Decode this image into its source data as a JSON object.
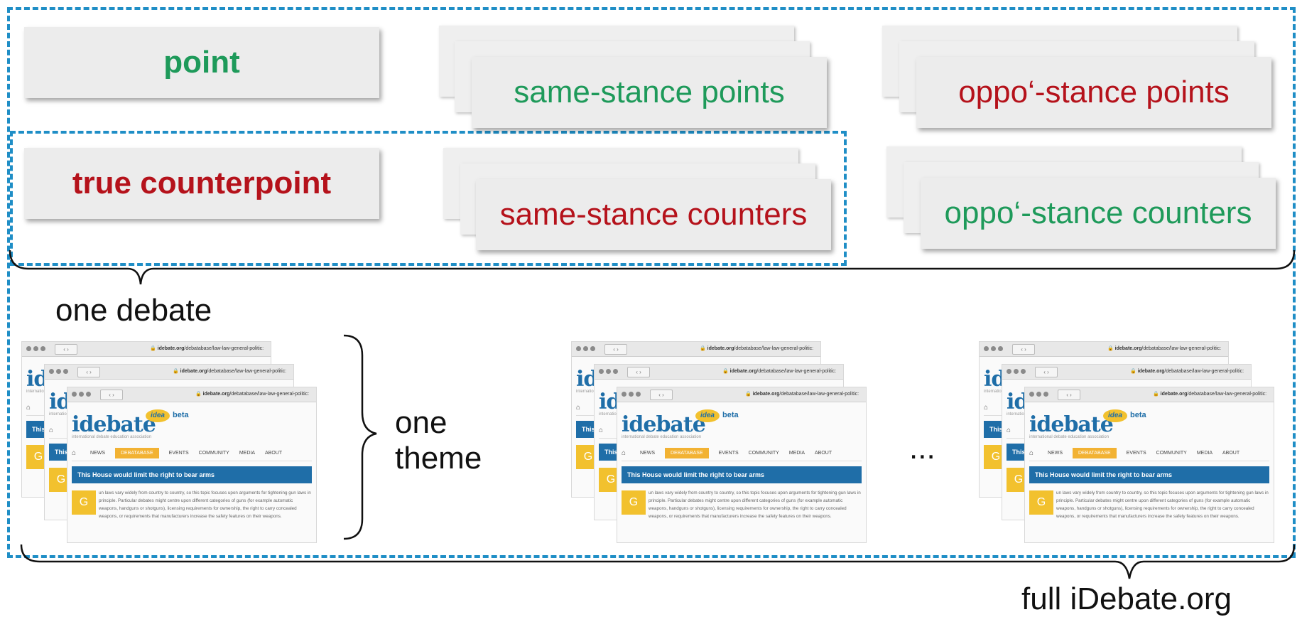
{
  "cards": {
    "point": "point",
    "same_stance_points": "same-stance points",
    "oppo_stance_points": "oppo‘-stance points",
    "true_counterpoint": "true counterpoint",
    "same_stance_counters": "same-stance counters",
    "oppo_stance_counters": "oppo‘-stance counters"
  },
  "captions": {
    "one_debate": "one debate",
    "one_theme_line1": "one",
    "one_theme_line2": "theme",
    "ellipsis": "...",
    "full_site": "full iDebate.org"
  },
  "thumbnail": {
    "url_prefix": "idebate.org",
    "url_rest": "/debatabase/law-law-general-politic:",
    "logo": "idebate",
    "badge": "idea",
    "beta": "beta",
    "tagline": "international debate education association",
    "menu": [
      "NEWS",
      "DEBATABASE",
      "EVENTS",
      "COMMUNITY",
      "MEDIA",
      "ABOUT"
    ],
    "banner": "This House would limit the right to bear arms",
    "g_letter": "G",
    "paragraph": "un laws vary widely from country to country, so this topic focuses upon arguments for tightening gun laws in principle. Particular debates might centre upon different categories of guns (for example automatic weapons, handguns or shotguns), licensing requirements for ownership, the right to carry concealed weapons, or requirements that manufacturers increase the safety features on their weapons.",
    "banner_short": "This",
    "logo_short": "id"
  },
  "colors": {
    "green": "#1e9a5a",
    "red": "#b5121b",
    "dash_blue": "#1f8ec6"
  }
}
